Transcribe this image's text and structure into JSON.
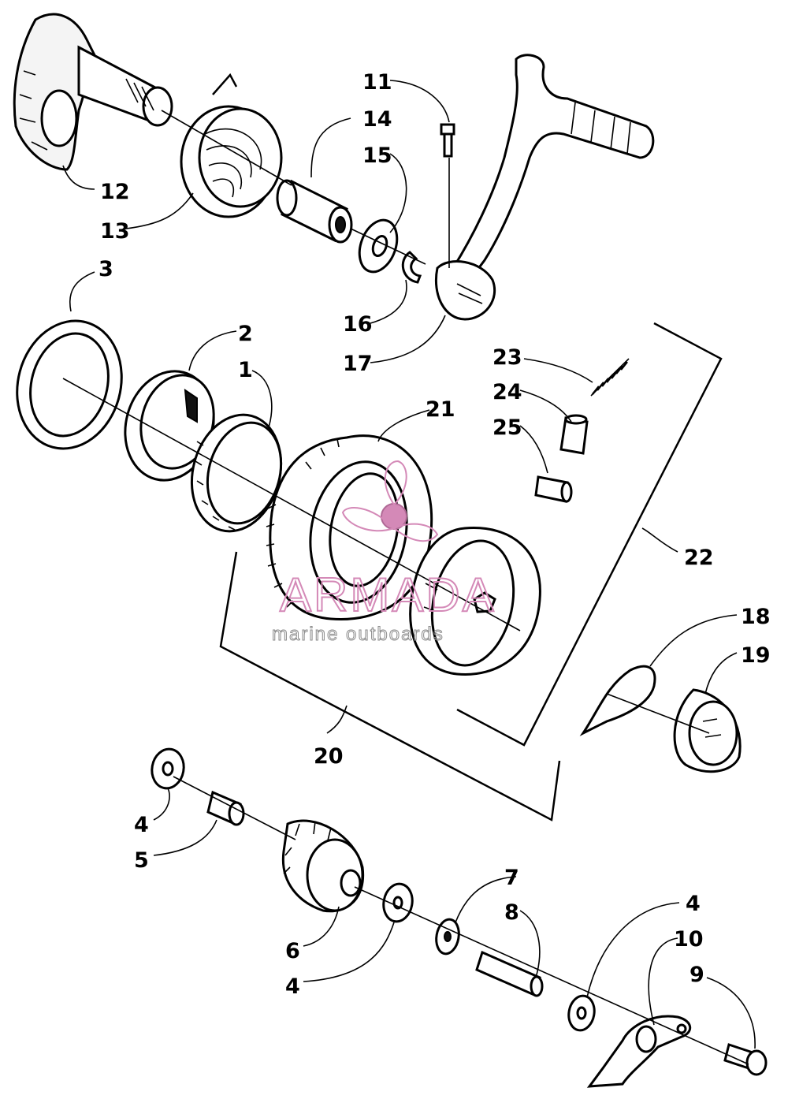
{
  "diagram": {
    "callouts": [
      {
        "id": "c1",
        "text": "1"
      },
      {
        "id": "c2",
        "text": "2"
      },
      {
        "id": "c3",
        "text": "3"
      },
      {
        "id": "c4a",
        "text": "4"
      },
      {
        "id": "c4b",
        "text": "4"
      },
      {
        "id": "c4c",
        "text": "4"
      },
      {
        "id": "c5",
        "text": "5"
      },
      {
        "id": "c6",
        "text": "6"
      },
      {
        "id": "c7",
        "text": "7"
      },
      {
        "id": "c8",
        "text": "8"
      },
      {
        "id": "c9",
        "text": "9"
      },
      {
        "id": "c10",
        "text": "10"
      },
      {
        "id": "c11",
        "text": "11"
      },
      {
        "id": "c12",
        "text": "12"
      },
      {
        "id": "c13",
        "text": "13"
      },
      {
        "id": "c14",
        "text": "14"
      },
      {
        "id": "c15",
        "text": "15"
      },
      {
        "id": "c16",
        "text": "16"
      },
      {
        "id": "c17",
        "text": "17"
      },
      {
        "id": "c18",
        "text": "18"
      },
      {
        "id": "c19",
        "text": "19"
      },
      {
        "id": "c20",
        "text": "20"
      },
      {
        "id": "c21",
        "text": "21"
      },
      {
        "id": "c22",
        "text": "22"
      },
      {
        "id": "c23",
        "text": "23"
      },
      {
        "id": "c24",
        "text": "24"
      },
      {
        "id": "c25",
        "text": "25"
      }
    ]
  },
  "watermark": {
    "brand": "ARMADA",
    "tagline": "marine outboards",
    "color": "#d489b7"
  }
}
